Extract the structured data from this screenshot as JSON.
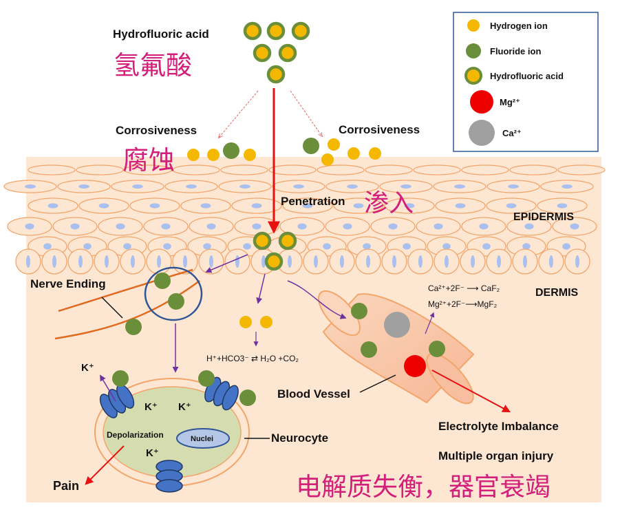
{
  "labels": {
    "hf_en": "Hydrofluoric acid",
    "hf_zh": "氢氟酸",
    "corrosiveness_left": "Corrosiveness",
    "corrosiveness_right": "Corrosiveness",
    "corrosion_zh": "腐蚀",
    "penetration_en": "Penetration",
    "penetration_zh": "渗入",
    "epidermis": "EPIDERMIS",
    "dermis": "DERMIS",
    "nerve_ending": "Nerve Ending",
    "blood_vessel": "Blood Vessel",
    "neurocyte": "Neurocyte",
    "nuclei": "Nuclei",
    "depolarization": "Depolarization",
    "pain": "Pain",
    "k_plus": "K⁺",
    "electrolyte_imbalance": "Electrolyte Imbalance",
    "multiple_organ_injury": "Multiple organ injury",
    "bottom_zh": "电解质失衡，器官衰竭"
  },
  "equations": {
    "bicarbonate": "H⁺+HCO3⁻ ⇄ H₂O +CO₂",
    "calcium": "Ca²⁺+2F⁻ ⟶ CaF₂",
    "magnesium": "Mg²⁺+2F⁻⟶MgF₂"
  },
  "legend": {
    "items": [
      {
        "label": "Hydrogen ion",
        "kind": "hydrogen"
      },
      {
        "label": "Fluoride ion",
        "kind": "fluoride"
      },
      {
        "label": "Hydrofluoric acid",
        "kind": "hf"
      },
      {
        "label": "Mg²⁺",
        "kind": "mg"
      },
      {
        "label": "Ca²⁺",
        "kind": "ca"
      }
    ]
  },
  "colors": {
    "hydrogen": "#f5b800",
    "fluoride": "#6b8e3a",
    "hf_ring": "#6b8e3a",
    "mg": "#ee0000",
    "ca": "#a0a0a0",
    "skin": "#fde6d2",
    "cell_border": "#f3a56a",
    "nucleus": "#a8bff0",
    "arrow_red": "#e81010",
    "arrow_purple": "#7030a0",
    "accent_text": "#d41f7a"
  }
}
